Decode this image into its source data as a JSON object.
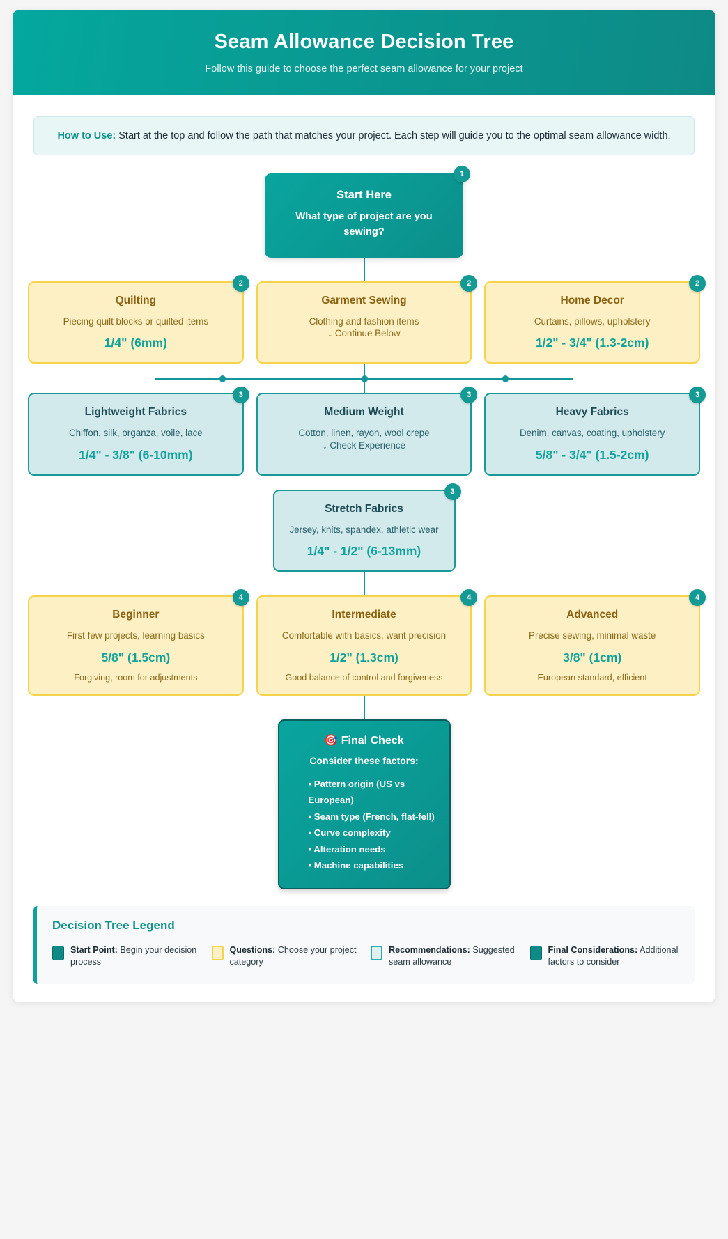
{
  "header": {
    "title": "Seam Allowance Decision Tree",
    "subtitle": "Follow this guide to choose the perfect seam allowance for your project"
  },
  "howto": {
    "label": "How to Use:",
    "text": " Start at the top and follow the path that matches your project. Each step will guide you to the optimal seam allowance width."
  },
  "start": {
    "badge": "1",
    "title": "Start Here",
    "desc": "What type of project are you sewing?"
  },
  "level2": [
    {
      "badge": "2",
      "title": "Quilting",
      "desc": "Piecing quilt blocks or quilted items",
      "value": "1/4\" (6mm)",
      "continue": ""
    },
    {
      "badge": "2",
      "title": "Garment Sewing",
      "desc": "Clothing and fashion items",
      "value": "",
      "continue": "↓ Continue Below"
    },
    {
      "badge": "2",
      "title": "Home Decor",
      "desc": "Curtains, pillows, upholstery",
      "value": "1/2\" - 3/4\" (1.3-2cm)",
      "continue": ""
    }
  ],
  "level3": [
    {
      "badge": "3",
      "title": "Lightweight Fabrics",
      "desc": "Chiffon, silk, organza, voile, lace",
      "value": "1/4\" - 3/8\" (6-10mm)",
      "continue": ""
    },
    {
      "badge": "3",
      "title": "Medium Weight",
      "desc": "Cotton, linen, rayon, wool crepe",
      "value": "",
      "continue": "↓ Check Experience"
    },
    {
      "badge": "3",
      "title": "Heavy Fabrics",
      "desc": "Denim, canvas, coating, upholstery",
      "value": "5/8\" - 3/4\" (1.5-2cm)",
      "continue": ""
    }
  ],
  "stretch": {
    "badge": "3",
    "title": "Stretch Fabrics",
    "desc": "Jersey, knits, spandex, athletic wear",
    "value": "1/4\" - 1/2\" (6-13mm)"
  },
  "level4": [
    {
      "badge": "4",
      "title": "Beginner",
      "desc": "First few projects, learning basics",
      "value": "5/8\" (1.5cm)",
      "note": "Forgiving, room for adjustments"
    },
    {
      "badge": "4",
      "title": "Intermediate",
      "desc": "Comfortable with basics, want precision",
      "value": "1/2\" (1.3cm)",
      "note": "Good balance of control and forgiveness"
    },
    {
      "badge": "4",
      "title": "Advanced",
      "desc": "Precise sewing, minimal waste",
      "value": "3/8\" (1cm)",
      "note": "European standard, efficient"
    }
  ],
  "final": {
    "icon": "🎯",
    "title": "Final Check",
    "subtitle": "Consider these factors:",
    "items": [
      "• Pattern origin (US vs European)",
      "• Seam type (French, flat-fell)",
      "• Curve complexity",
      "• Alteration needs",
      "• Machine capabilities"
    ]
  },
  "legend": {
    "title": "Decision Tree Legend",
    "items": [
      {
        "label": "Start Point:",
        "text": " Begin your decision process",
        "swatch": "start"
      },
      {
        "label": "Questions:",
        "text": " Choose your project category",
        "swatch": "question"
      },
      {
        "label": "Recommendations:",
        "text": " Suggested seam allowance",
        "swatch": "recommend"
      },
      {
        "label": "Final Considerations:",
        "text": " Additional factors to consider",
        "swatch": "final"
      }
    ]
  },
  "colors": {
    "brand_teal": "#0d9490",
    "accent_yellow": "#f5d34a",
    "recommend_blue": "#d3eaec",
    "value_teal": "#10a39c"
  }
}
